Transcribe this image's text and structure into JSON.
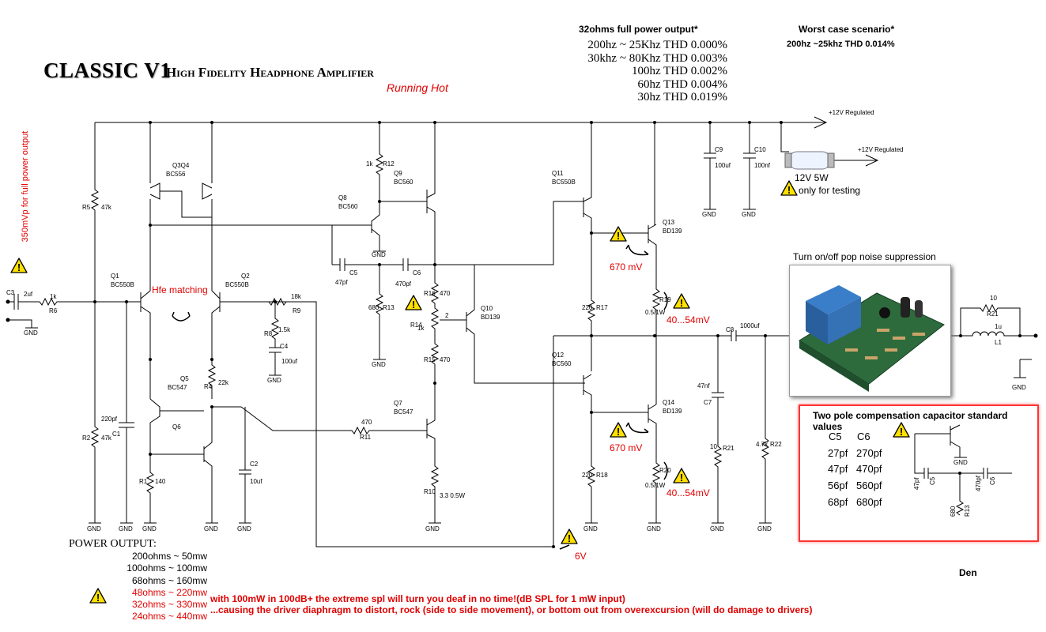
{
  "header": {
    "title_main": "CLASSIC V1",
    "title_sub": "High Fidelity Headphone Amplifier",
    "subtitle_tag": "Running Hot"
  },
  "performance": {
    "heading": "32ohms full power output*",
    "lines": [
      "200hz ~ 25Khz THD 0.000%",
      "30khz ~ 80Khz THD 0.003%",
      "100hz THD 0.002%",
      "60hz THD 0.004%",
      "30hz THD 0.019%"
    ]
  },
  "worst_case": {
    "heading": "Worst case scenario*",
    "line": "200hz ~25khz THD 0.014%"
  },
  "supply": {
    "rail1": "+12V Regulated",
    "rail2": "+12V Regulated",
    "lamp": "12V 5W",
    "lamp_note": "only for testing"
  },
  "input_note": "350mVp for full power output",
  "annotations": {
    "hfe": "Hfe matching",
    "v670_top": "670 mV",
    "v670_bottom": "670 mV",
    "v4054_top": "40...54mV",
    "v4054_bottom": "40...54mV",
    "v6": "6V",
    "pop": "Turn on/off pop noise suppression",
    "author": "Den"
  },
  "power_output": {
    "heading": "POWER OUTPUT:",
    "rows": [
      {
        "text": "200ohms ~ 50mw",
        "warn": false
      },
      {
        "text": "100ohms ~ 100mw",
        "warn": false
      },
      {
        "text": "68ohms ~ 160mw",
        "warn": false
      },
      {
        "text": "48ohms ~ 220mw",
        "warn": true
      },
      {
        "text": "32ohms ~ 330mw",
        "warn": true
      },
      {
        "text": "24ohms ~ 440mw",
        "warn": true
      }
    ],
    "warning_1": "with 100mW in 100dB+  the extreme spl will turn you deaf in no time!(dB SPL for 1 mW input)",
    "warning_2": "...causing the driver diaphragm to distort, rock (side to side movement), or bottom out from overexcursion (will do damage to drivers)"
  },
  "compensation": {
    "title": "Two pole compensation capacitor standard values",
    "col1": "C5",
    "col2": "C6",
    "rows": [
      [
        "27pf",
        "270pf"
      ],
      [
        "47pf",
        "470pf"
      ],
      [
        "56pf",
        "560pf"
      ],
      [
        "68pf",
        "680pf"
      ]
    ],
    "mini_gnd": "GND",
    "mini_c5": "C5",
    "mini_c5v": "47pf",
    "mini_c6": "C6",
    "mini_c6v": "470pf",
    "mini_r13": "R13",
    "mini_r13v": "680"
  },
  "schematic_labels": {
    "C3": "C3",
    "C3v": "2uf",
    "R6v": "1k",
    "R6": "R6",
    "gnd": "GND",
    "R5": "R5",
    "R5v": "47k",
    "R2": "R2",
    "R2v": "47k",
    "Q1": "Q1",
    "Q1t": "BC550B",
    "Q2": "Q2",
    "Q2t": "BC550B",
    "Q3Q4": "Q3Q4",
    "Q34t": "BC556",
    "C1": "C1",
    "C1v": "220pf",
    "R1": "R1",
    "R1v": "140",
    "Q5": "Q5",
    "Q5t": "BC547",
    "Q6": "Q6",
    "R4": "R4",
    "R4v": "22k",
    "R9v": "18k",
    "R9": "R9",
    "R8": "R8",
    "R8v": "1.5k",
    "C4": "C4",
    "C4v": "100uf",
    "C2": "C2",
    "C2v": "10uf",
    "R11v": "470",
    "R11": "R11",
    "R12v": "1k",
    "R12": "R12",
    "Q8": "Q8",
    "Q8t": "BC560",
    "Q9": "Q9",
    "Q9t": "BC560",
    "C5v": "47pf",
    "C5": "C5",
    "C6v": "470pf",
    "C6": "C6",
    "R13v": "680",
    "R13": "R13",
    "R16": "R16",
    "R16v": "470",
    "R14": "R14",
    "R14v": "1k",
    "R15": "R15",
    "R15v": "470",
    "pin2": "2",
    "Q10": "Q10",
    "Q10t": "BD139",
    "Q7": "Q7",
    "Q7t": "BC547",
    "R10": "R10",
    "R10v": "3.3 0.5W",
    "Q11": "Q11",
    "Q11t": "BC550B",
    "Q12": "Q12",
    "Q12t": "BC560",
    "R17": "R17",
    "R17v": "220",
    "R18": "R18",
    "R18v": "220",
    "Q13": "Q13",
    "Q13t": "BD139",
    "Q14": "Q14",
    "Q14t": "BD139",
    "R19": "R19",
    "R19v": "0.5/1W",
    "R20": "R20",
    "R20v": "0.5/1W",
    "C9": "C9",
    "C9v": "100uf",
    "C10": "C10",
    "C10v": "100nf",
    "C8": "C8",
    "C8v": "1000uf",
    "C7": "C7",
    "C7v": "47nf",
    "R21": "R21",
    "R21v": "10",
    "R22": "R22",
    "R22v": "4.7k",
    "R21b": "R21",
    "R21bv": "10",
    "L1": "L1",
    "L1v": "1u"
  }
}
